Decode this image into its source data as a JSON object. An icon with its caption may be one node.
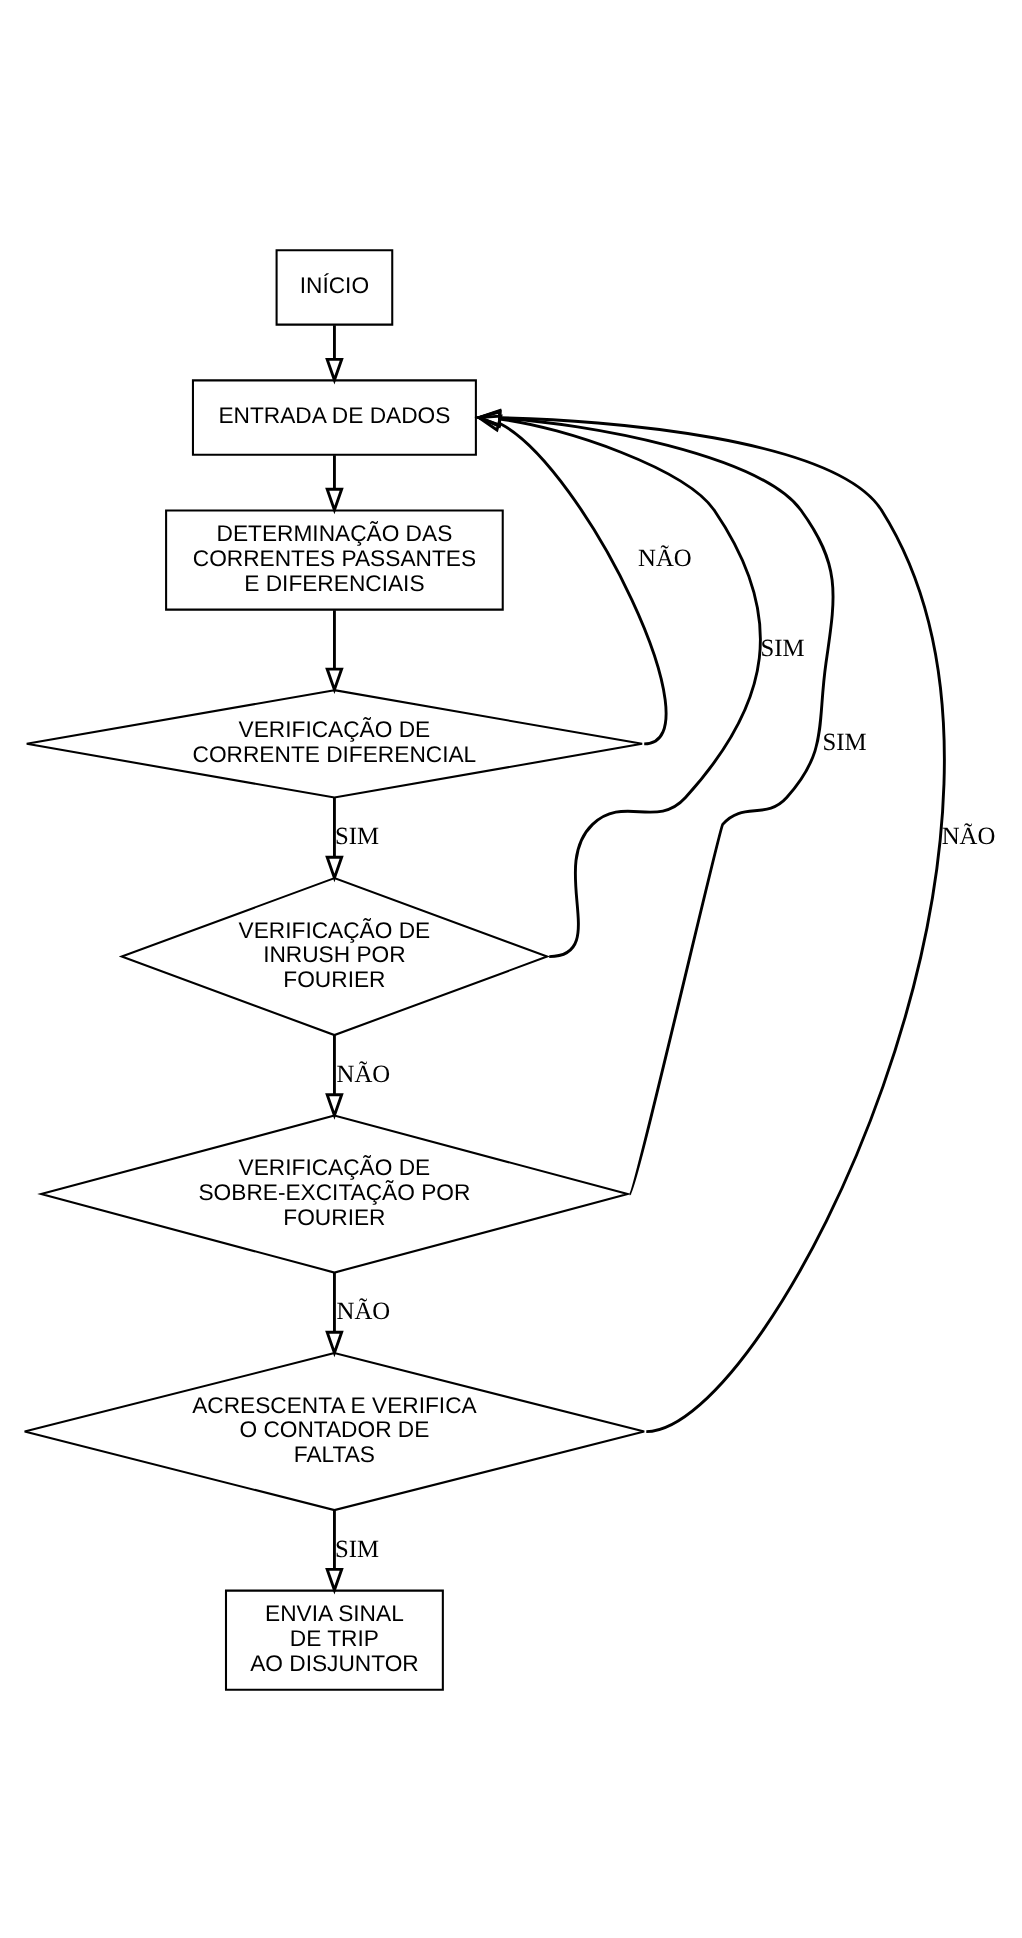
{
  "diagram": {
    "nodes": [
      {
        "text": [
          "INÍCIO"
        ]
      },
      {
        "text": [
          "ENTRADA DE DADOS"
        ]
      },
      {
        "text": [
          "DETERMINAÇÃO DAS CORRENTES PASSANTES E DIFERENCIAIS"
        ]
      },
      {
        "text": [
          "VERIFICAÇÃO DE CORRENTE DIFERENCIAL"
        ]
      },
      {
        "text": [
          "VERIFICAÇÃO DE INRUSH POR FOURIER"
        ]
      },
      {
        "text": [
          "VERIFICAÇÃO DE SOBRE-EXCITAÇÃO POR FOURIER"
        ]
      },
      {
        "text": [
          "ACRESCENTA E VERIFICA O CONTADOR DE FALTAS"
        ]
      },
      {
        "text": [
          "ENVIA SINAL DE TRIP AO DISJUNTOR"
        ]
      }
    ],
    "edges": [
      {
        "from": 0,
        "to": 1,
        "arrow": "to"
      },
      {
        "from": 1,
        "to": 2,
        "arrow": "to"
      },
      {
        "from": 2,
        "to": 3,
        "arrow": "to"
      },
      {
        "from": 3,
        "to": 4,
        "arrow": "to",
        "label": "SIM"
      },
      {
        "from": 4,
        "to": 5,
        "arrow": "to",
        "label": "NÃO"
      },
      {
        "from": 5,
        "to": 6,
        "arrow": "to",
        "label": "NÃO"
      },
      {
        "from": 6,
        "to": 7,
        "arrow": "to",
        "label": "SIM"
      },
      {
        "from": 3,
        "to": 1,
        "arrow": "to",
        "label": "NÃO"
      },
      {
        "from": 4,
        "to": 1,
        "arrow": "to",
        "label": "SIM"
      },
      {
        "from": 5,
        "to": 1,
        "arrow": "to",
        "label": "SIM"
      },
      {
        "from": 6,
        "to": 1,
        "arrow": "to",
        "label": "NÃO"
      }
    ]
  }
}
